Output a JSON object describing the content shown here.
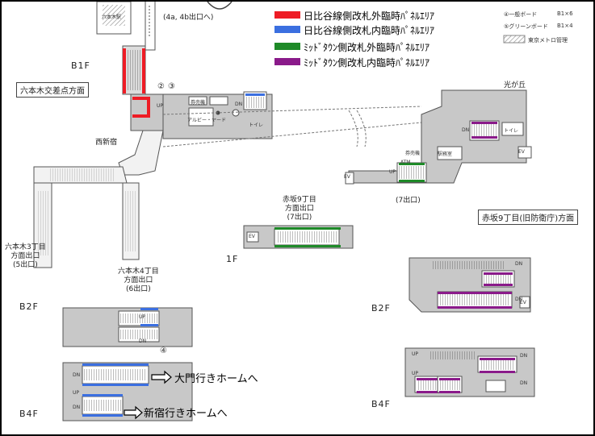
{
  "colors": {
    "red": "#ee1c25",
    "blue": "#3b6fe0",
    "green": "#1e8a28",
    "purple": "#8a1a8a",
    "area_fill": "#c8c8c8",
    "corridor": "#f2f2f2"
  },
  "legend": {
    "items": [
      {
        "label": "日比谷線側改札外臨時ﾊﾟﾈﾙｴﾘｱ",
        "color": "red"
      },
      {
        "label": "日比谷線側改札内臨時ﾊﾟﾈﾙｴﾘｱ",
        "color": "blue"
      },
      {
        "label": "ﾐｯﾄﾞﾀｳﾝ側改札外臨時ﾊﾟﾈﾙｴﾘｱ",
        "color": "green"
      },
      {
        "label": "ﾐｯﾄﾞﾀｳﾝ側改札内臨時ﾊﾟﾈﾙｴﾘｱ",
        "color": "purple"
      }
    ],
    "boards": [
      {
        "label": "④一般ボード",
        "size": "B1×6"
      },
      {
        "label": "⑤グリーンボード",
        "size": "B1×4"
      },
      {
        "label": "東京メトロ管理",
        "size": ""
      }
    ]
  },
  "labels": {
    "top_exit": "(4a, 4b出口へ)",
    "top_building": "六本木駅",
    "roppongi_dir": "六本木交差点方面",
    "hikarigaoka": "光が丘",
    "nishiazabu": "西新宿",
    "akasaka_dir": "赤坂9丁目(旧防衛庁)方面",
    "akasaka_exit": "赤坂9丁目\n方面出口\n(7出口)",
    "exit7": "(7出口)",
    "roppongi3": "六本木3丁目\n方面出口\n(5出口)",
    "roppongi4": "六本木4丁目\n方面出口\n(6出口)",
    "ticket": "券売機",
    "station_office": "駅務室",
    "toilet": "トイレ",
    "atm": "ATM",
    "shops": "アルビー・ヤード",
    "up": "UP",
    "dn": "DN",
    "ev": "EV",
    "circle2": "②",
    "circle3": "③",
    "circle4": "④"
  },
  "floors": {
    "b1f": "B1F",
    "one_f": "1F",
    "b2f_left": "B2F",
    "b2f_right": "B2F",
    "b4f_left": "B4F",
    "b4f_right": "B4F"
  },
  "platforms": {
    "daimon": "大門行きホームへ",
    "shinjuku": "新宿行きホームへ"
  }
}
